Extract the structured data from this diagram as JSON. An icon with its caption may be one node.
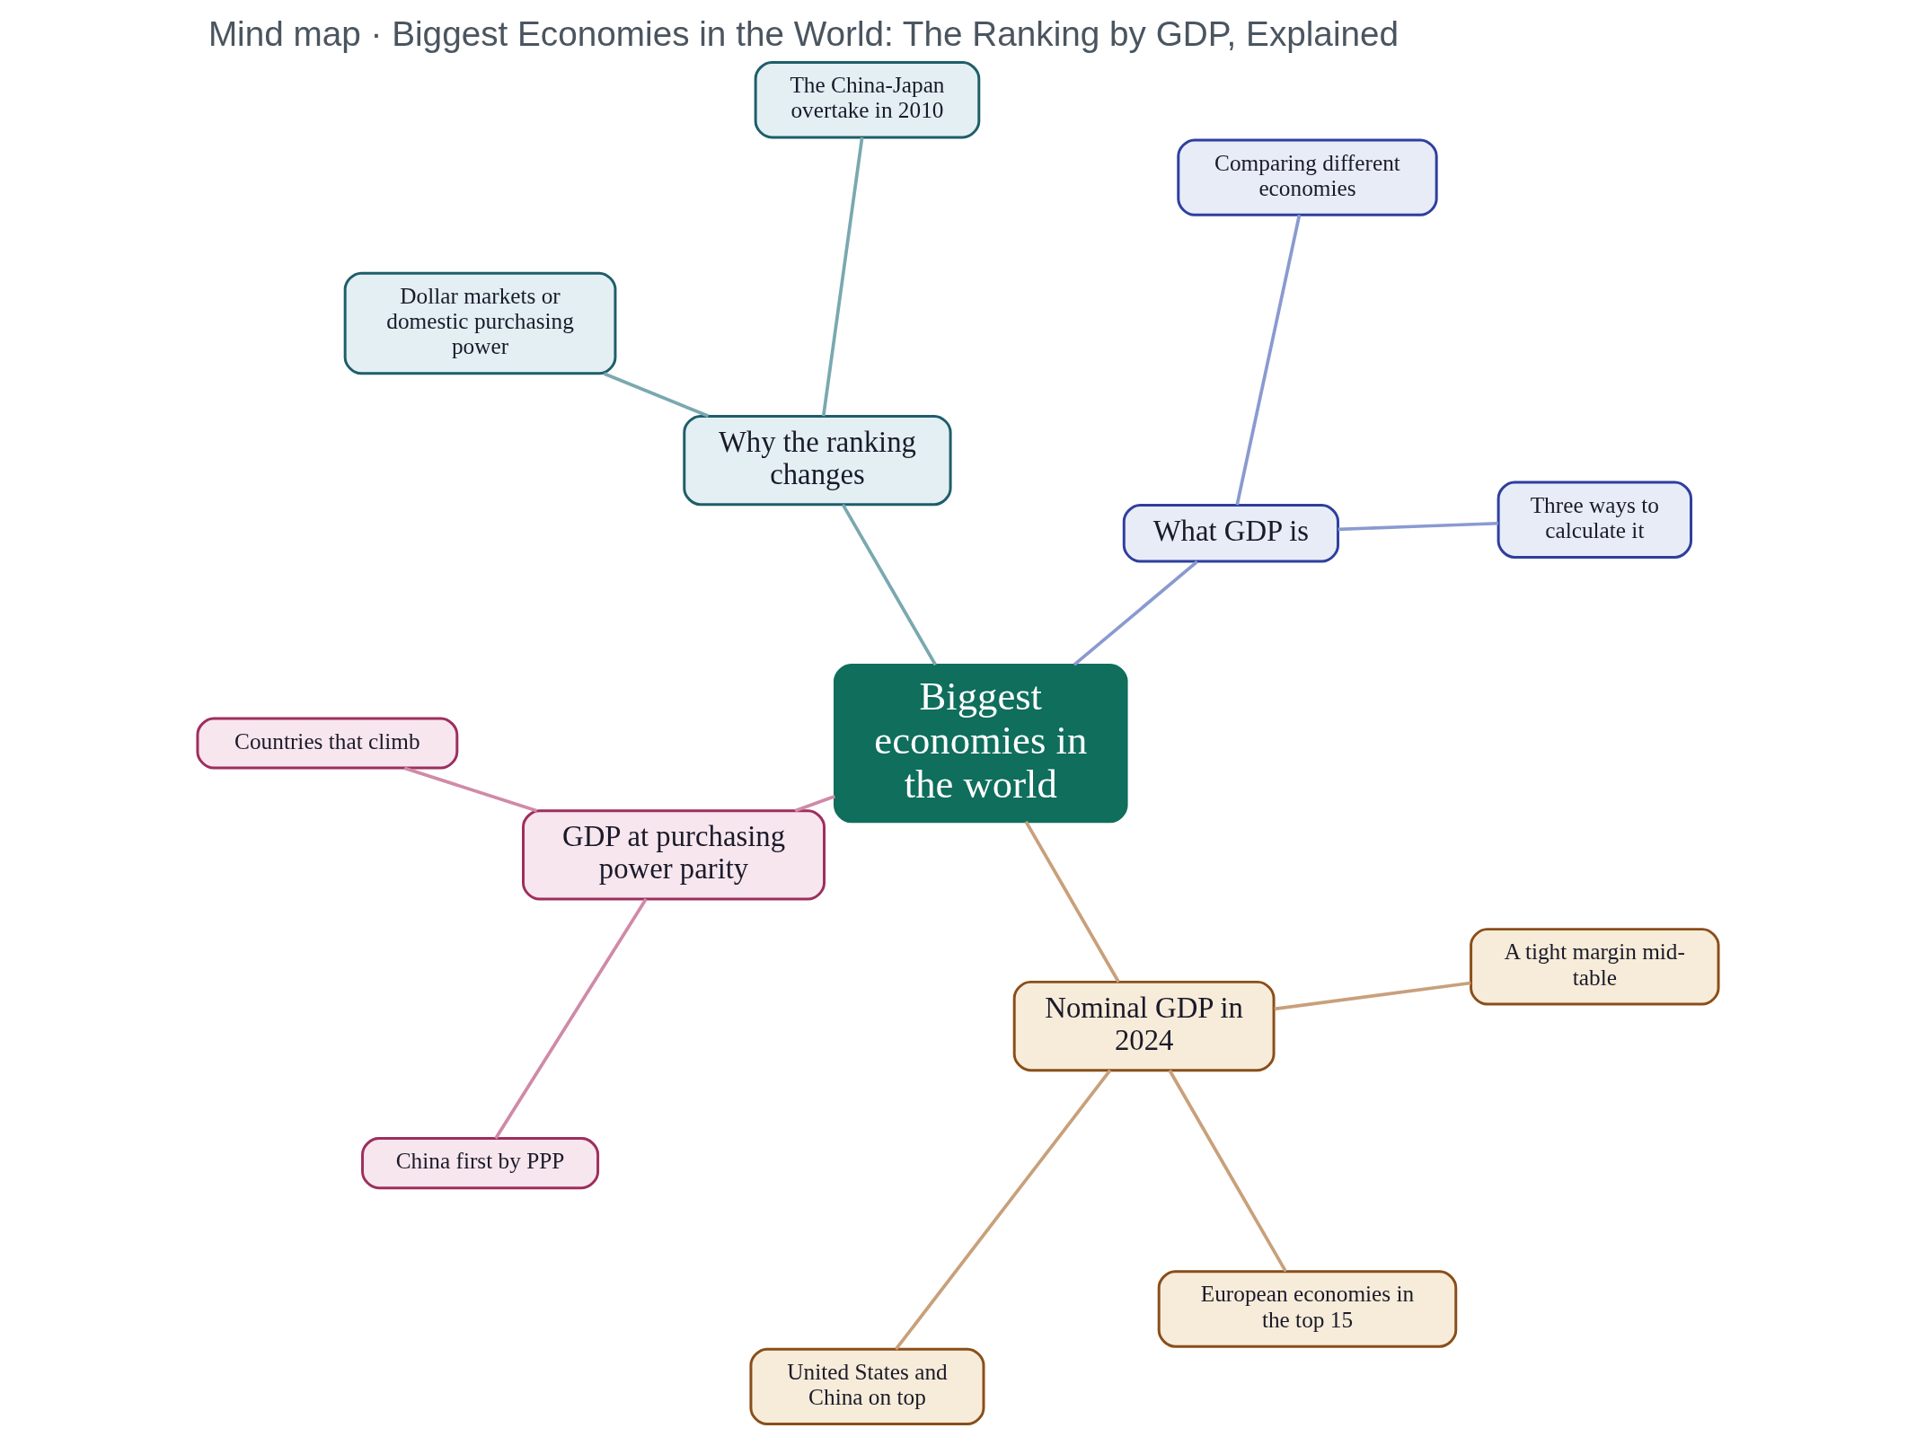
{
  "diagram": {
    "title": "Mind map · Biggest Economies in the World: The Ranking by GDP, Explained",
    "nodes": [
      {
        "text": [
          "Biggest economies in the world"
        ]
      },
      {
        "text": [
          "What GDP is"
        ]
      },
      {
        "text": [
          "Three ways to calculate it"
        ]
      },
      {
        "text": [
          "Comparing different economies"
        ]
      },
      {
        "text": [
          "Why the ranking changes"
        ]
      },
      {
        "text": [
          "The China-Japan overtake in 2010"
        ]
      },
      {
        "text": [
          "Dollar markets or domestic purchasing power"
        ]
      },
      {
        "text": [
          "GDP at purchasing power parity"
        ]
      },
      {
        "text": [
          "Countries that climb"
        ]
      },
      {
        "text": [
          "China first by PPP"
        ]
      },
      {
        "text": [
          "Nominal GDP in 2024"
        ]
      },
      {
        "text": [
          "United States and China on top"
        ]
      },
      {
        "text": [
          "European economies in the top 15"
        ]
      },
      {
        "text": [
          "A tight margin mid-table"
        ]
      }
    ],
    "edges": [
      {
        "from": 0,
        "to": 1,
        "arrow": "none",
        "color": "#8a9ad0"
      },
      {
        "from": 1,
        "to": 2,
        "arrow": "none",
        "color": "#8a9ad0"
      },
      {
        "from": 1,
        "to": 3,
        "arrow": "none",
        "color": "#8a9ad0"
      },
      {
        "from": 0,
        "to": 4,
        "arrow": "none",
        "color": "#7aa8b0"
      },
      {
        "from": 4,
        "to": 5,
        "arrow": "none",
        "color": "#7aa8b0"
      },
      {
        "from": 4,
        "to": 6,
        "arrow": "none",
        "color": "#7aa8b0"
      },
      {
        "from": 0,
        "to": 7,
        "arrow": "none",
        "color": "#d08aa8"
      },
      {
        "from": 7,
        "to": 8,
        "arrow": "none",
        "color": "#d08aa8"
      },
      {
        "from": 7,
        "to": 9,
        "arrow": "none",
        "color": "#d08aa8"
      },
      {
        "from": 0,
        "to": 10,
        "arrow": "none",
        "color": "#c8a07a"
      },
      {
        "from": 10,
        "to": 11,
        "arrow": "none",
        "color": "#c8a07a"
      },
      {
        "from": 10,
        "to": 12,
        "arrow": "none",
        "color": "#c8a07a"
      },
      {
        "from": 10,
        "to": 13,
        "arrow": "none",
        "color": "#c8a07a"
      }
    ]
  }
}
